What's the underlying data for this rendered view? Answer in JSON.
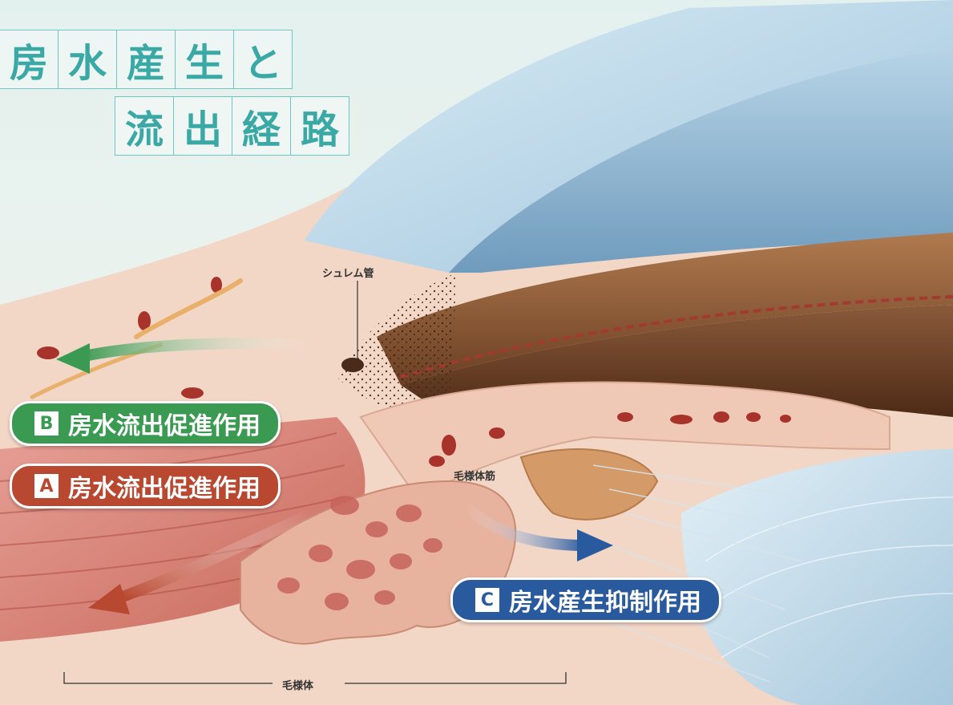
{
  "title": {
    "row1": [
      "房",
      "水",
      "産",
      "生",
      "と"
    ],
    "row2": [
      "流",
      "出",
      "経",
      "路"
    ]
  },
  "labels": {
    "schlemm": "シュレム管",
    "ciliary_muscle": "毛様体筋",
    "ciliary_body": "毛様体"
  },
  "pills": {
    "b": {
      "badge": "B",
      "text": "房水流出促進作用"
    },
    "a": {
      "badge": "A",
      "text": "房水流出促進作用"
    },
    "c": {
      "badge": "C",
      "text": "房水産生抑制作用"
    }
  },
  "colors": {
    "title": "#3aa9a6",
    "pill_b": "#3b9a52",
    "pill_a": "#b8482f",
    "pill_c": "#2a5a9e"
  }
}
